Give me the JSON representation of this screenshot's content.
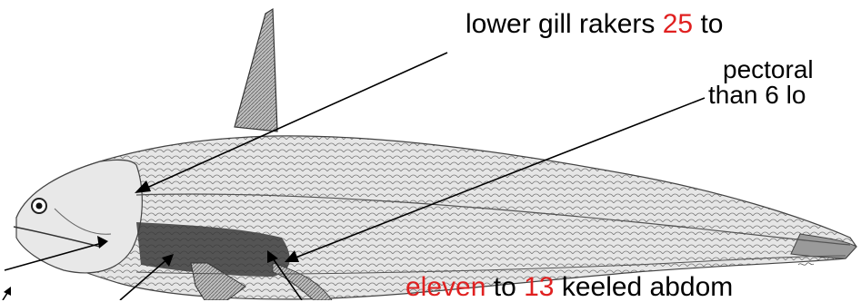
{
  "colors": {
    "text": "#000000",
    "highlight": "#e02020",
    "fish_body": "#d9d9d9",
    "fish_dark": "#3a3a3a",
    "arrow": "#000000"
  },
  "labels": {
    "gill_rakers": {
      "prefix": "lower gill rakers ",
      "num": "25",
      "suffix": " to"
    },
    "pectoral_line1": "pectoral",
    "pectoral_line2": "than 6 lo",
    "keeled": {
      "word": "eleven",
      "mid": " to ",
      "num": "13",
      "suffix": " keeled abdom"
    }
  },
  "image": {
    "subject": "fish-illustration"
  }
}
